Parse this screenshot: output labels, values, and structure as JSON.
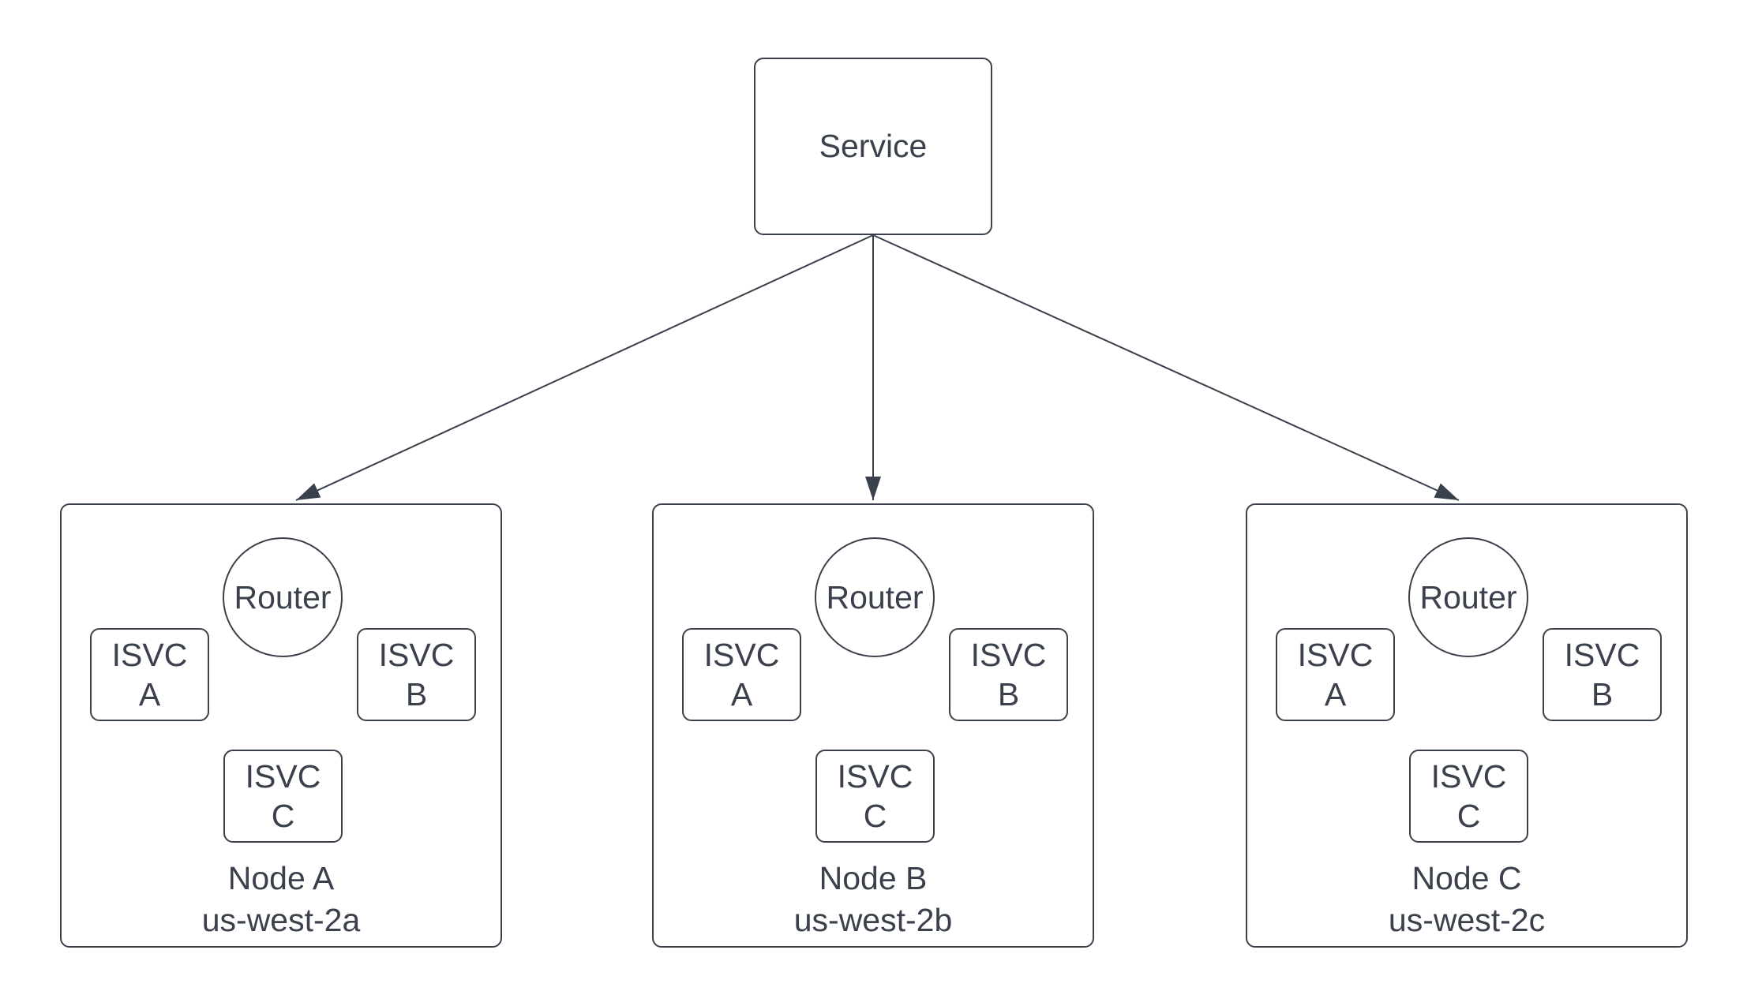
{
  "colors": {
    "stroke": "#3a404c",
    "text": "#3a404c",
    "background": "#ffffff"
  },
  "service": {
    "label": "Service"
  },
  "nodes": [
    {
      "name": "Node A",
      "zone": "us-west-2a",
      "router_label": "Router",
      "isvcs": [
        {
          "line1": "ISVC",
          "line2": "A"
        },
        {
          "line1": "ISVC",
          "line2": "B"
        },
        {
          "line1": "ISVC",
          "line2": "C"
        }
      ]
    },
    {
      "name": "Node B",
      "zone": "us-west-2b",
      "router_label": "Router",
      "isvcs": [
        {
          "line1": "ISVC",
          "line2": "A"
        },
        {
          "line1": "ISVC",
          "line2": "B"
        },
        {
          "line1": "ISVC",
          "line2": "C"
        }
      ]
    },
    {
      "name": "Node C",
      "zone": "us-west-2c",
      "router_label": "Router",
      "isvcs": [
        {
          "line1": "ISVC",
          "line2": "A"
        },
        {
          "line1": "ISVC",
          "line2": "B"
        },
        {
          "line1": "ISVC",
          "line2": "C"
        }
      ]
    }
  ]
}
